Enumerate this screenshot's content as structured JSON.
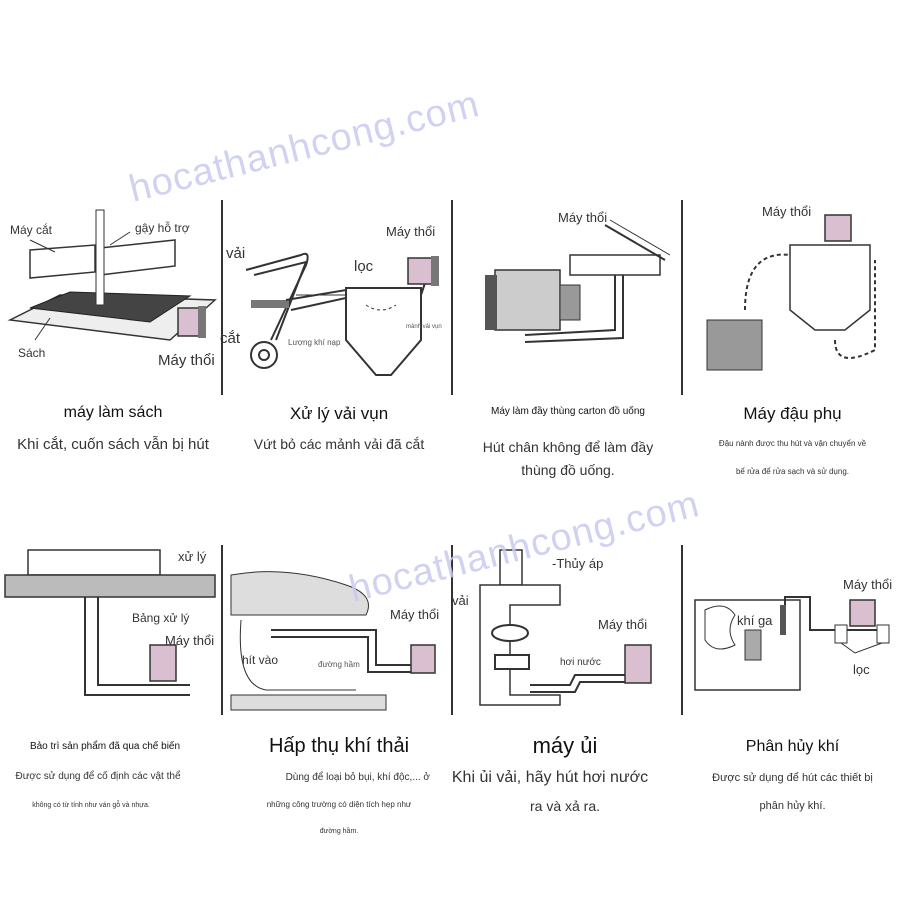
{
  "watermark": "hocathanhcong.com",
  "panels": [
    {
      "title": "máy làm sách",
      "desc": [
        "Khi cắt, cuốn sách vẫn bị hút"
      ],
      "labels": {
        "cutter": "Máy cắt",
        "support": "gậy hỗ trợ",
        "book": "Sách",
        "blower": "Máy thổi"
      }
    },
    {
      "title": "Xử lý vải vụn",
      "desc": [
        "Vứt bỏ các mảnh vải đã cắt"
      ],
      "labels": {
        "fabric": "vải",
        "filter": "lọc",
        "blower": "Máy thổi",
        "cut": "cắt",
        "intake": "Lượng khí nạp",
        "scraps": "mảnh vải vụn"
      }
    },
    {
      "title": "Máy làm đầy thùng carton đồ uống",
      "desc": [
        "Hút chân không để làm đầy",
        "thùng đồ uống."
      ],
      "labels": {
        "blower": "Máy thổi"
      }
    },
    {
      "title": "Máy đậu phụ",
      "desc": [
        "Đậu nành được thu hút và vận chuyển về",
        "bể rửa để rửa sạch và sử dụng."
      ],
      "labels": {
        "blower": "Máy thổi"
      }
    },
    {
      "title": "Bảo trì sản phẩm đã qua chế biến",
      "desc": [
        "Được sử dụng để cố định các vật thể",
        "không có từ tính như ván gỗ và nhựa."
      ],
      "labels": {
        "process": "xử lý",
        "board": "Bảng xử lý",
        "blower": "Máy thổi"
      }
    },
    {
      "title": "Hấp thụ khí thải",
      "desc": [
        "Dùng để loại bỏ bụi, khí độc,... ở",
        "những công trường có diện tích hẹp như",
        "đường hầm."
      ],
      "labels": {
        "blower": "Máy thổi",
        "suction": "hít vào",
        "tunnel": "đường hầm"
      }
    },
    {
      "title": "máy ủi",
      "desc": [
        "Khi ủi vải, hãy hút hơi nước",
        "ra và xả ra."
      ],
      "labels": {
        "hydraulic": "-Thủy áp",
        "fabric": "vải",
        "blower": "Máy thổi",
        "steam": "hơi nước"
      }
    },
    {
      "title": "Phân hủy khí",
      "desc": [
        "Được sử dụng để hút các thiết bị",
        "phân hủy khí."
      ],
      "labels": {
        "blower": "Máy thổi",
        "gas": "khí ga",
        "filter": "lọc"
      }
    }
  ]
}
